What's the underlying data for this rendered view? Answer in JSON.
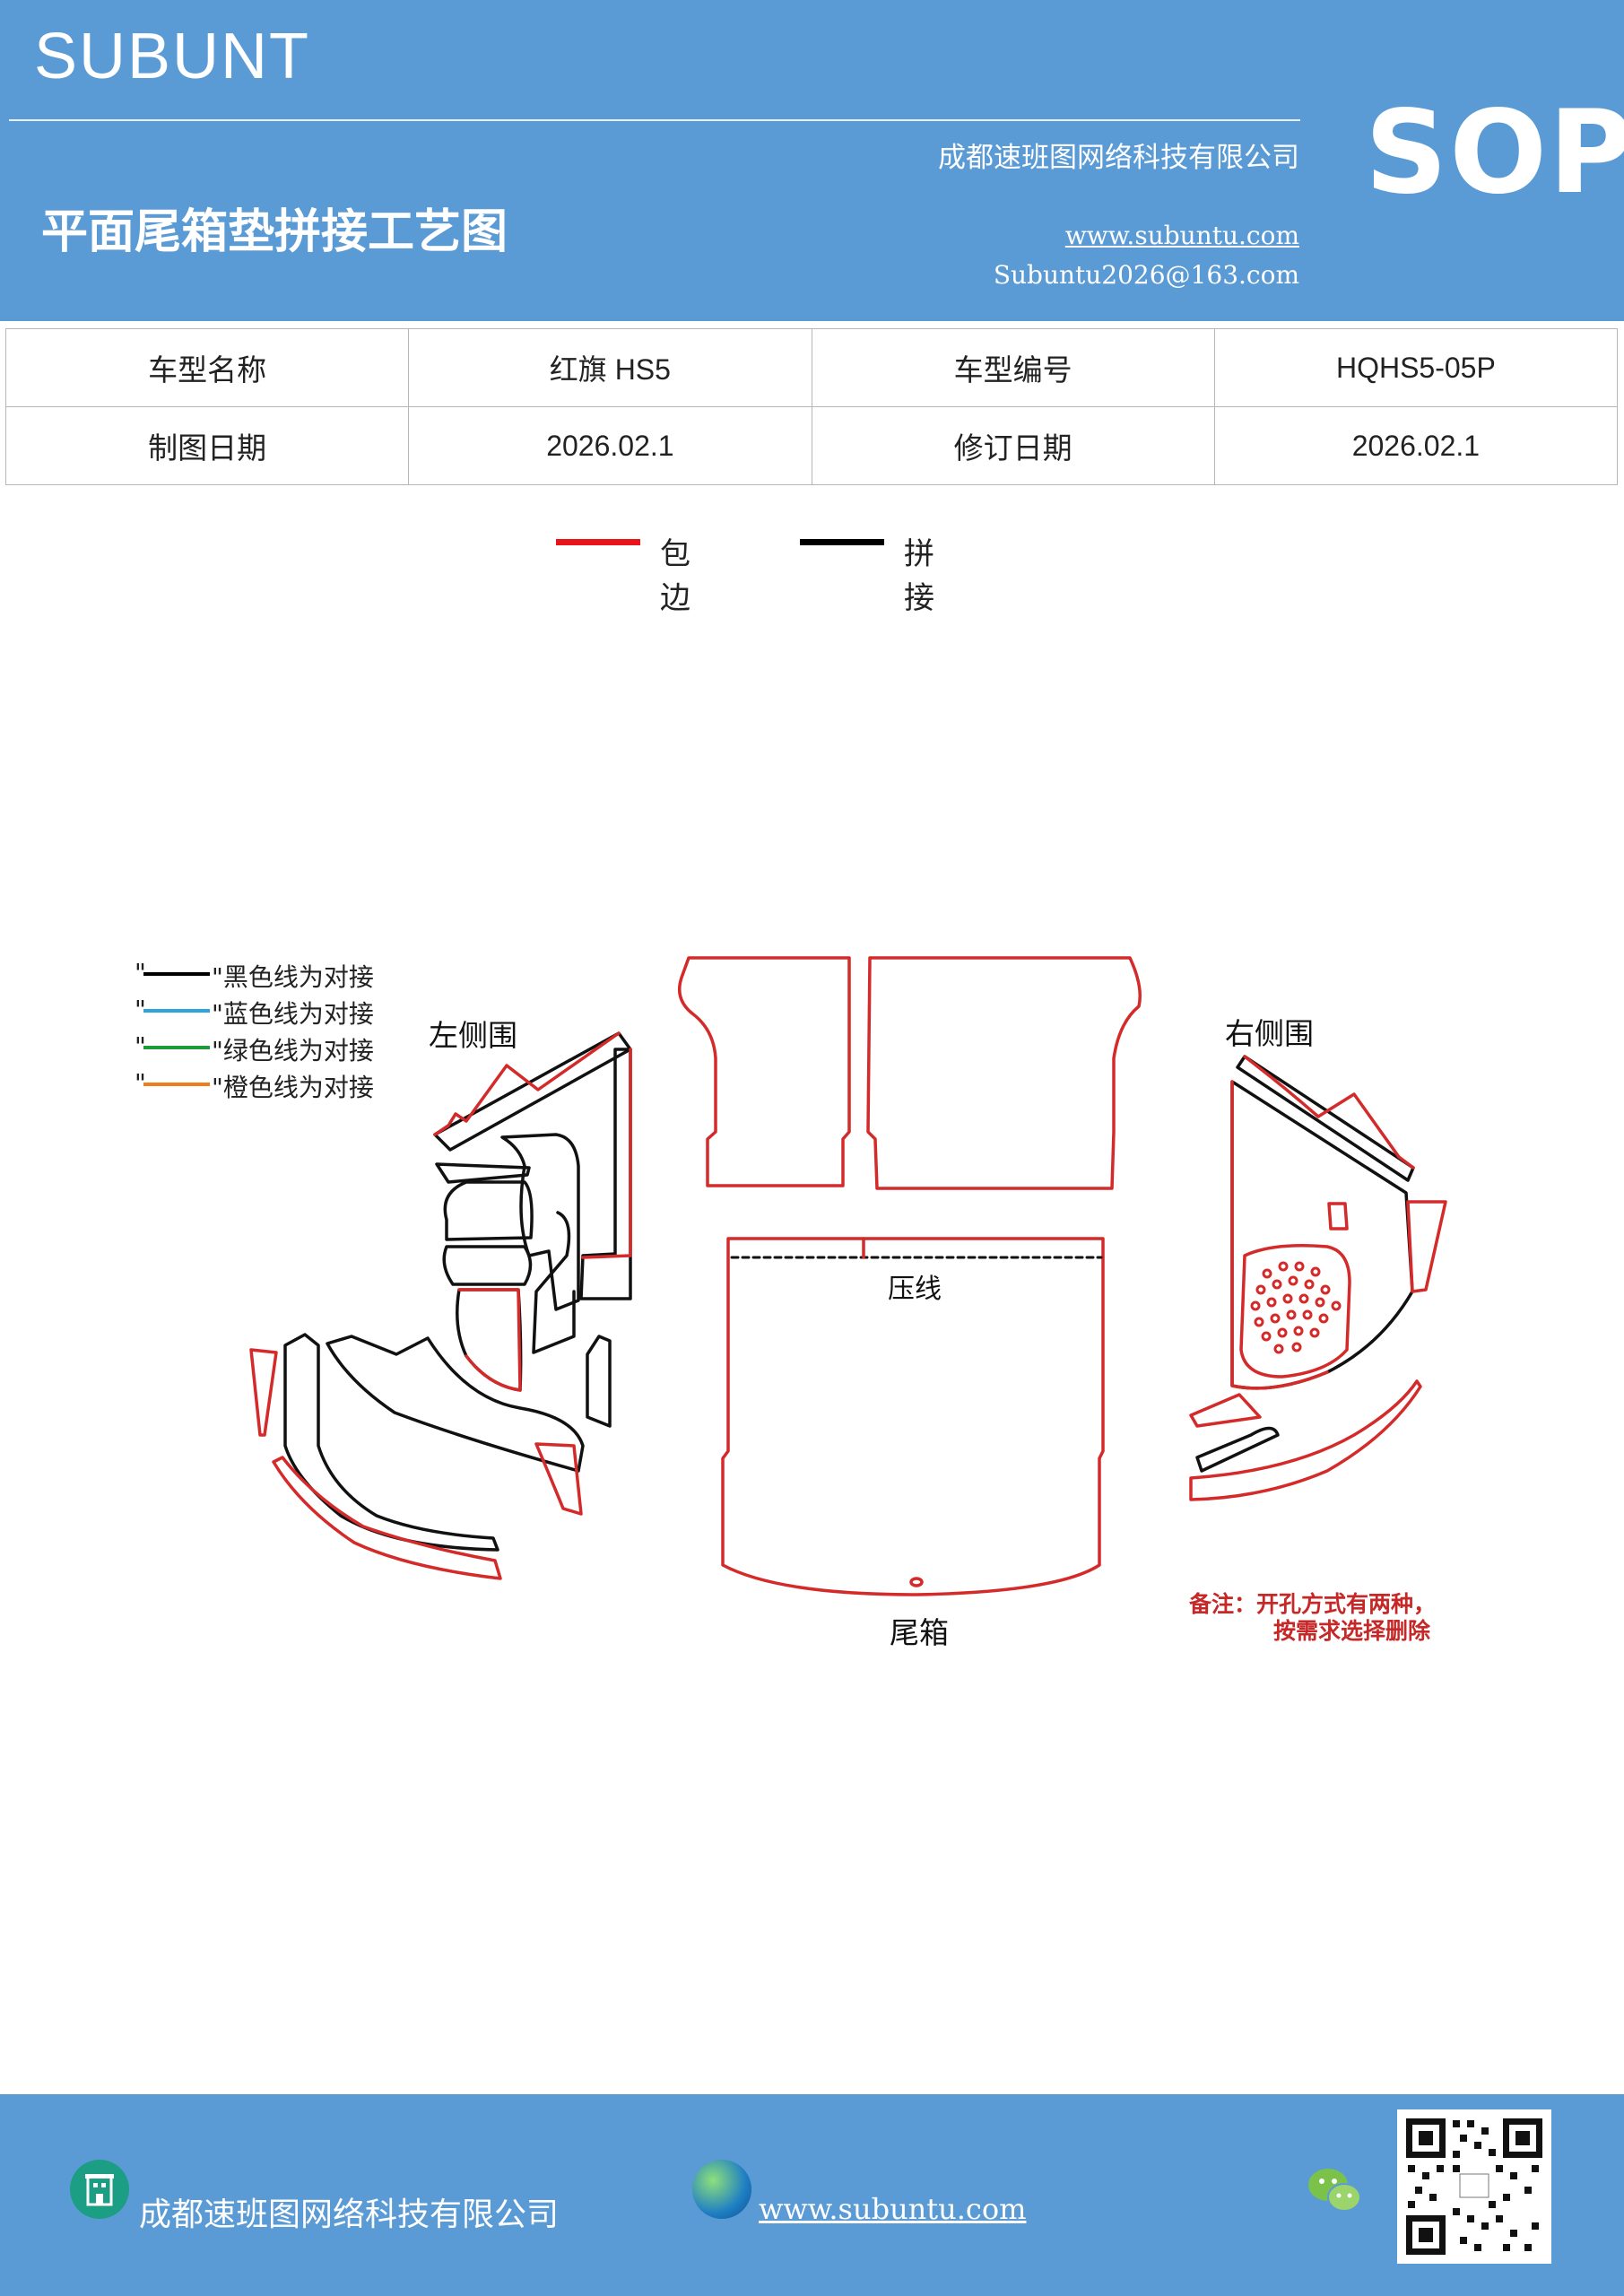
{
  "header": {
    "brand": "SUBUNT",
    "company": "成都速班图网络科技有限公司",
    "title": "平面尾箱垫拼接工艺图",
    "url": "www.subuntu.com",
    "email": "Subuntu2026@163.com",
    "badge": "SOP"
  },
  "info_table": {
    "model_name_label": "车型名称",
    "model_name": "红旗 HS5",
    "model_code_label": "车型编号",
    "model_code": "HQHS5-05P",
    "draw_date_label": "制图日期",
    "draw_date": "2026.02.1",
    "revise_date_label": "修订日期",
    "revise_date": "2026.02.1"
  },
  "legend": [
    {
      "label": "包边",
      "color": "#e8141a"
    },
    {
      "label": "拼接",
      "color": "#000000"
    }
  ],
  "line_legend": [
    {
      "quote": "\"",
      "text": "\"黑色线为对接",
      "color": "#000000"
    },
    {
      "quote": "\"",
      "text": "\"蓝色线为对接",
      "color": "#2fa3dd"
    },
    {
      "quote": "\"",
      "text": "\"绿色线为对接",
      "color": "#1f9a3a"
    },
    {
      "quote": "\"",
      "text": "\"橙色线为对接",
      "color": "#ef7d1a"
    }
  ],
  "diagram": {
    "left_side": "左侧围",
    "right_side": "右侧围",
    "press_line": "压线",
    "trunk": "尾箱",
    "note_line1": "备注：开孔方式有两种，",
    "note_line2": "按需求选择删除",
    "edge_color": "#d42a2a",
    "join_color": "#111111"
  },
  "footer": {
    "company": "成都速班图网络科技有限公司",
    "url": "www.subuntu.com",
    "icons": [
      "building-icon",
      "globe-icon",
      "wechat-icon",
      "qr-code"
    ]
  }
}
